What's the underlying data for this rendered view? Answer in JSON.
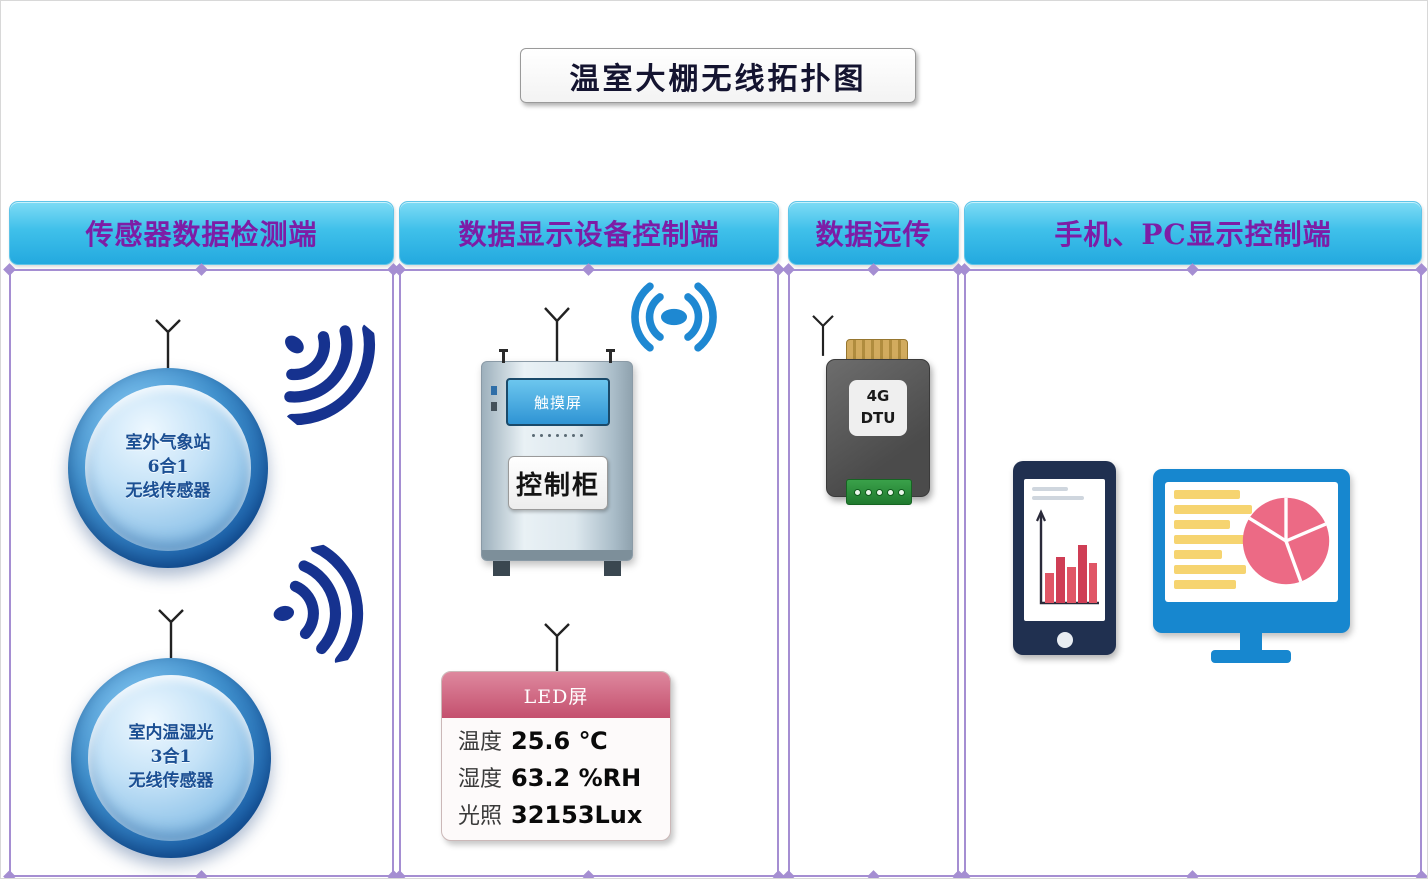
{
  "title": "温室大棚无线拓扑图",
  "columns": [
    {
      "id": "sensor-detect",
      "header": "传感器数据检测端"
    },
    {
      "id": "display-control",
      "header": "数据显示设备控制端"
    },
    {
      "id": "remote-transfer",
      "header": "数据远传"
    },
    {
      "id": "phone-pc-control",
      "header": "手机、PC显示控制端"
    }
  ],
  "sensors": [
    {
      "line1": "室外气象站",
      "line2": "6合1",
      "line3": "无线传感器"
    },
    {
      "line1": "室内温湿光",
      "line2": "3合1",
      "line3": "无线传感器"
    }
  ],
  "control_cabinet": {
    "screen_label": "触摸屏",
    "label": "控制柜"
  },
  "led_panel": {
    "title": "LED屏",
    "readings": [
      {
        "label": "温度",
        "value": "25.6 ℃"
      },
      {
        "label": "湿度",
        "value": "63.2 %RH"
      },
      {
        "label": "光照",
        "value": "32153Lux"
      }
    ]
  },
  "dtu": {
    "line1": "4G",
    "line2": "DTU"
  },
  "icons": {
    "wireless-signal-icon": "dot with three expanding arcs",
    "broadcast-signal-icon": "dot with arcs on both sides",
    "antenna-icon": "mast with V top",
    "bar-chart-graphic": "axis with red bars",
    "pie-chart-graphic": "pink circle with white slice lines"
  },
  "colors": {
    "header_bg_top": "#7edcf5",
    "header_bg_bottom": "#23a9df",
    "header_text": "#7d1da6",
    "frame_purple": "#a58ed2",
    "signal_navy": "#16328f",
    "signal_blue": "#1e88d2",
    "sphere_blue": "#2d7cc2",
    "led_header_pink": "#c4506e",
    "terminal_green": "#2e8b3a",
    "bar_red": "#e05666",
    "pie_pink": "#ec6a85",
    "line_yellow": "#f6d470",
    "phone_navy": "#203050",
    "monitor_blue": "#1787cf"
  }
}
